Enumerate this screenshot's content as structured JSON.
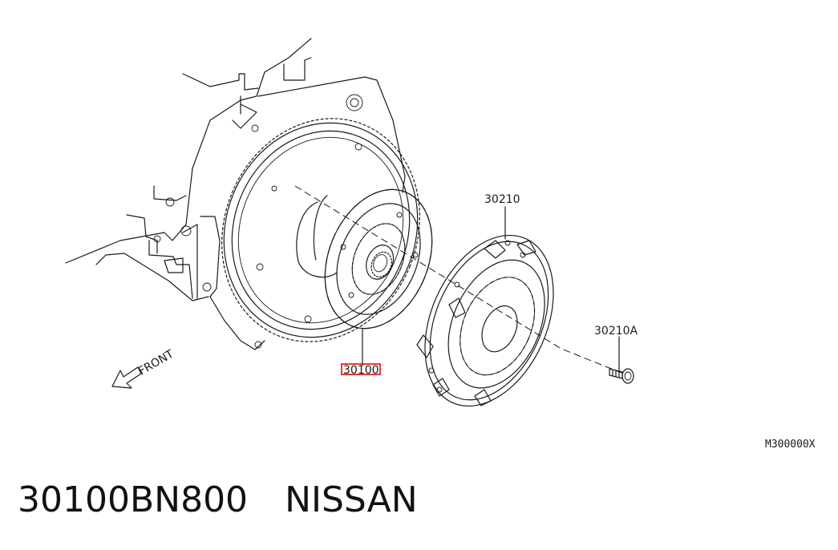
{
  "labels": {
    "pressure_plate": "30210",
    "bolt": "30210A",
    "clutch_disc": "30100",
    "front": "FRONT",
    "diagram_code": "M300000X"
  },
  "footer": {
    "part_number": "30100BN800",
    "brand": "NISSAN"
  },
  "colors": {
    "line": "#1a1a1a",
    "highlight": "#ff0000",
    "background": "#ffffff"
  },
  "highlighted_part": "30100"
}
